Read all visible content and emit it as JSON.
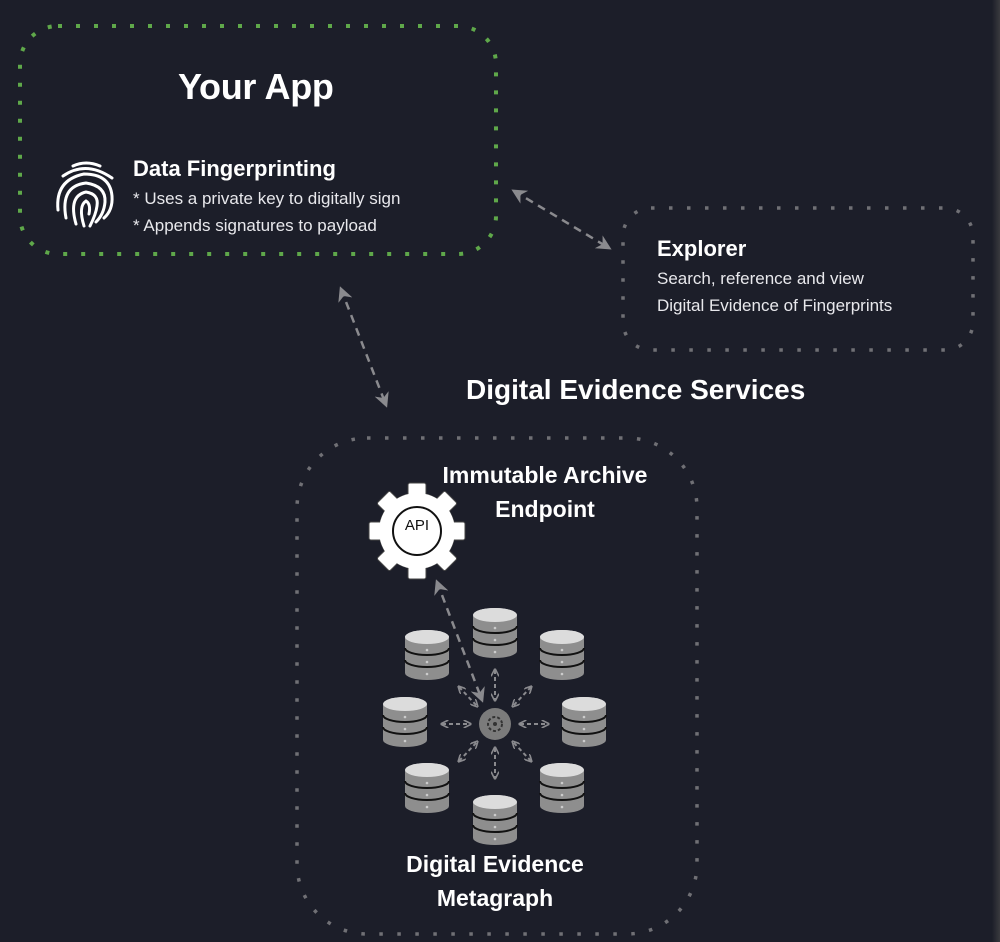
{
  "diagram": {
    "background_color": "#1c1e29",
    "your_app": {
      "title": "Your App",
      "border_color": "#5fa84a",
      "feature": {
        "icon": "fingerprint-icon",
        "title": "Data Fingerprinting",
        "lines": [
          "* Uses a private key to digitally sign",
          "* Appends signatures to payload"
        ]
      }
    },
    "explorer": {
      "title": "Explorer",
      "lines": [
        "Search, reference and view",
        "Digital Evidence of Fingerprints"
      ],
      "border_color": "#707075"
    },
    "services": {
      "title": "Digital Evidence Services",
      "border_color": "#707075",
      "endpoint": {
        "title_line1": "Immutable Archive",
        "title_line2": "Endpoint",
        "icon": "api-gear-icon",
        "icon_label": "API"
      },
      "metagraph": {
        "title_line1": "Digital Evidence",
        "title_line2": "Metagraph",
        "icon": "database-icon",
        "node_count": 8,
        "hub_icon": "hub-icon"
      }
    },
    "connections": [
      {
        "from": "Your App",
        "to": "Explorer",
        "style": "dashed",
        "direction": "bidirectional"
      },
      {
        "from": "Your App",
        "to": "Digital Evidence Services",
        "style": "dashed",
        "direction": "bidirectional"
      },
      {
        "from": "Immutable Archive Endpoint",
        "to": "Digital Evidence Metagraph",
        "style": "dashed",
        "direction": "bidirectional"
      }
    ]
  }
}
